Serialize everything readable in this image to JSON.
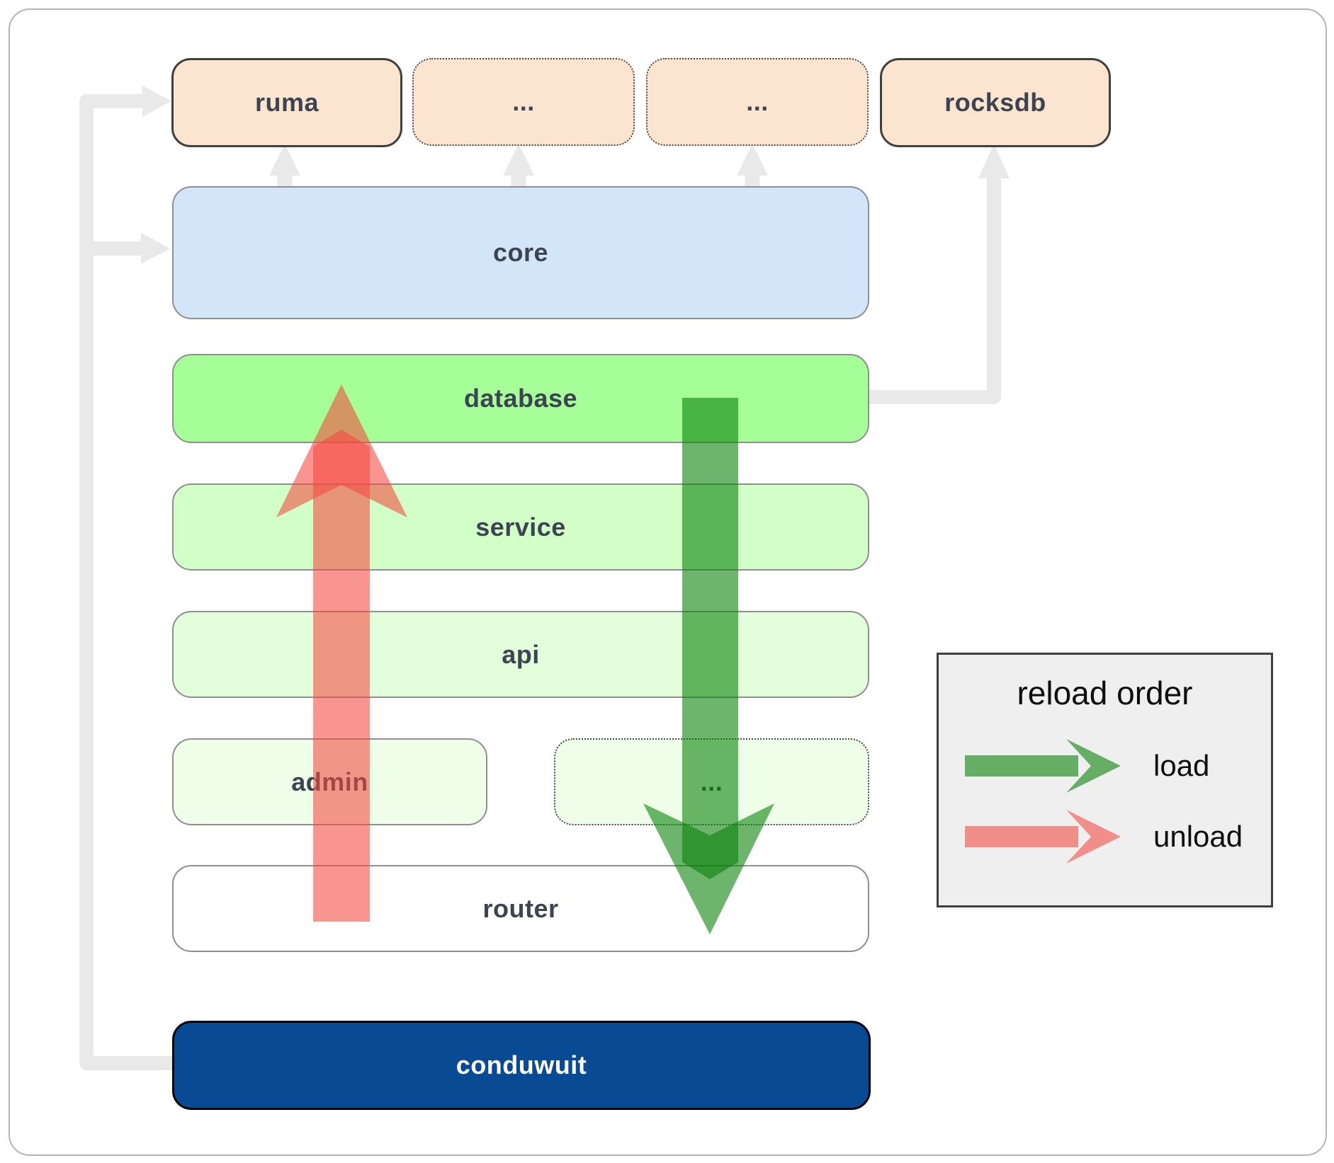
{
  "diagram": {
    "top_row": [
      {
        "id": "ruma",
        "label": "ruma",
        "border": "solid"
      },
      {
        "id": "ellipsis1",
        "label": "...",
        "border": "dotted"
      },
      {
        "id": "ellipsis2",
        "label": "...",
        "border": "dotted"
      },
      {
        "id": "rocksdb",
        "label": "rocksdb",
        "border": "solid"
      }
    ],
    "layers": {
      "core": {
        "label": "core"
      },
      "database": {
        "label": "database"
      },
      "service": {
        "label": "service"
      },
      "api": {
        "label": "api"
      },
      "admin": {
        "label": "admin"
      },
      "ellipsis3": {
        "label": "..."
      },
      "router": {
        "label": "router"
      },
      "conduwuit": {
        "label": "conduwuit"
      }
    },
    "legend": {
      "title": "reload order",
      "items": [
        {
          "label": "load",
          "color": "#068106"
        },
        {
          "label": "unload",
          "color": "#f5493f"
        }
      ]
    },
    "colors": {
      "peach_fill": "#fce5d0",
      "core_fill": "#d3e5f8",
      "database_fill": "#a5fe97",
      "service_fill": "#d2fec8",
      "api_fill": "#e2fedb",
      "admin_fill": "#eefee9",
      "router_fill": "#ffffff",
      "conduwuit_fill": "#084b94",
      "conduwuit_text": "#ffffff",
      "connector_gray": "#e9e9e9",
      "load_green": "#068106",
      "unload_red": "#f5493f",
      "legend_bg": "#efefef",
      "label_text": "#3d4451"
    }
  }
}
